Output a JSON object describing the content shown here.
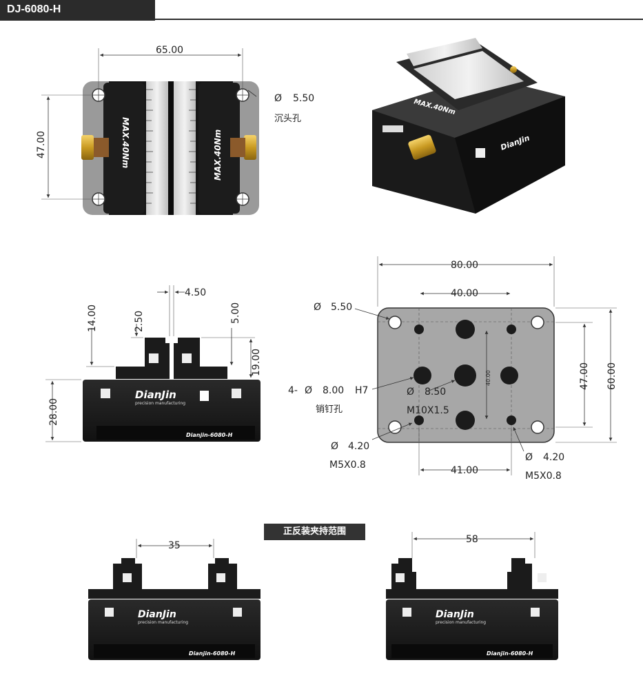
{
  "header": {
    "title": "DJ-6080-H"
  },
  "top_view": {
    "width_dim": "65.00",
    "height_dim": "47.00",
    "hole_dim": "5.50",
    "hole_note": "沉头孔",
    "torque_label": "MAX.40Nm"
  },
  "side_view": {
    "gap_dim": "4.50",
    "total_height_dim": "14.00",
    "jaw_top_dim": "2.50",
    "jaw_step_dim": "5.00",
    "jaw_height_dim": "19.00",
    "body_height_dim": "28.00",
    "brand": "DianJin",
    "brand_sub": "precision manufacturing",
    "model": "Dianjin-6080-H"
  },
  "bottom_view": {
    "width_dim": "80.00",
    "inner_width_dim": "40.00",
    "inner_height_dim": "47.00",
    "height_dim": "60.00",
    "center_spacing_dim": "40.00",
    "hole_dim": "5.50",
    "pin_holes": "4-",
    "pin_dia": "8.00",
    "pin_fit": "H7",
    "pin_note": "销钉孔",
    "center_dia": "8.50",
    "center_thread": "M10X1.5",
    "small_dia_left": "4.20",
    "small_thread_left": "M5X0.8",
    "small_dia_right": "4.20",
    "small_thread_right": "M5X0.8",
    "bottom_dim": "41.00"
  },
  "clamping_range": {
    "title": "正反装夹持范围",
    "forward_dim": "35",
    "reverse_dim": "58"
  },
  "symbols": {
    "diameter": "Ø"
  }
}
